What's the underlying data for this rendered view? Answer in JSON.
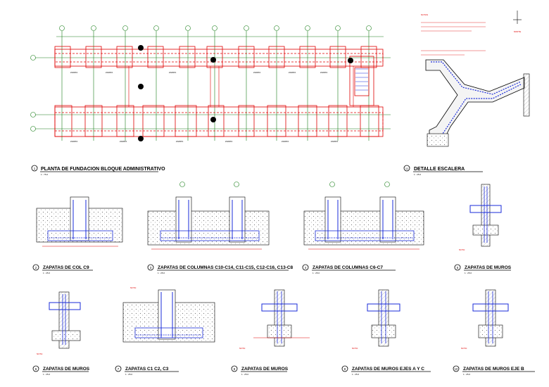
{
  "plan": {
    "title": "PLANTA  DE FUNDACION BLOQUE ADMINISTRATIVO",
    "number": "1",
    "scale": "1 : 75.0"
  },
  "stair": {
    "title": "DETALLE ESCALERA",
    "number": "11",
    "scale": "1 : 25.0"
  },
  "details": [
    {
      "number": "2",
      "title": "ZAPATAS DE COL C9",
      "scale": "1 : 25.0"
    },
    {
      "number": "3",
      "title": "ZAPATAS DE COLUMNAS C10-C14, C11-C15, C12-C16, C13-C8",
      "scale": "1 : 25.0"
    },
    {
      "number": "4",
      "title": "ZAPATAS DE COLUMNAS C6-C7",
      "scale": "1 : 25.0"
    },
    {
      "number": "5",
      "title": "ZAPATAS DE MUROS",
      "scale": "1 : 25.0"
    },
    {
      "number": "6",
      "title": "ZAPATAS DE MUROS",
      "scale": "1 : 25.0"
    },
    {
      "number": "7",
      "title": "ZAPATAS C1 C2, C3",
      "scale": "1 : 25.0"
    },
    {
      "number": "8",
      "title": "ZAPATAS DE MUROS",
      "scale": "1 : 25.0"
    },
    {
      "number": "9",
      "title": "ZAPATAS DE MUROS EJES A Y C",
      "scale": "1 : 25.0"
    },
    {
      "number": "10",
      "title": "ZAPATAS DE MUROS EJE B",
      "scale": "1 : 25.0"
    }
  ],
  "north": {
    "label": "NORTE"
  },
  "colors": {
    "outline": "#e00000",
    "grid": "#1a7f1a",
    "rebar": "#1a2bd8",
    "text": "#000000"
  }
}
